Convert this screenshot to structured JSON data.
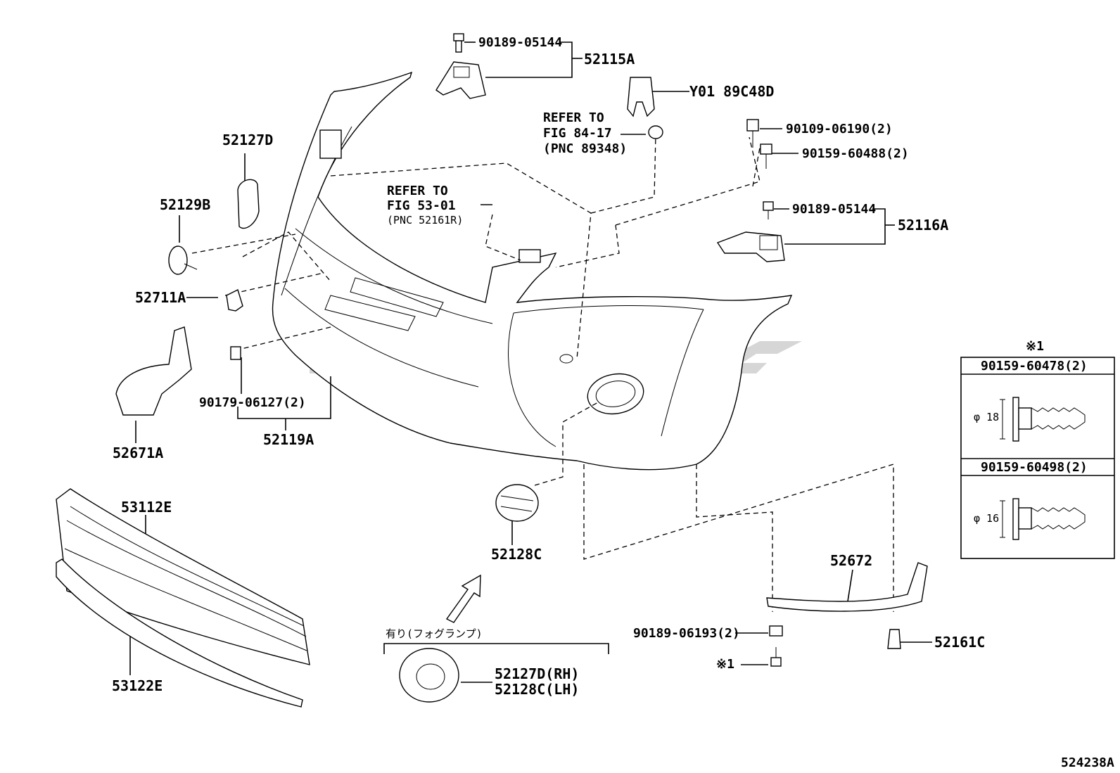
{
  "callouts": {
    "p90189_05144_top": "90189-05144",
    "p52115A": "52115A",
    "pY01": "Y01 89C48D",
    "refer1_l1": "REFER TO",
    "refer1_l2": "FIG 84-17",
    "refer1_l3": "(PNC 89348)",
    "p90109": "90109-06190(2)",
    "p90159_60488": "90159-60488(2)",
    "p90189_05144_right": "90189-05144",
    "p52116A": "52116A",
    "p52127D": "52127D",
    "p52129B": "52129B",
    "refer2_l1": "REFER TO",
    "refer2_l2": "FIG 53-01",
    "refer2_l3": "(PNC 52161R)",
    "p52711A": "52711A",
    "p90179": "90179-06127(2)",
    "p52119A": "52119A",
    "p52671A": "52671A",
    "p53112E": "53112E",
    "p53122E": "53122E",
    "p52128C": "52128C",
    "p52672": "52672",
    "p90189_06193": "90189-06193(2)",
    "mark1": "※1",
    "p52161C": "52161C",
    "fog_heading": "有り(フォグランプ)",
    "fog_rh": "52127D(RH)",
    "fog_lh": "52128C(LH)",
    "diagram_id": "524238A"
  },
  "inset": {
    "marker": "※1",
    "row1_part": "90159-60478(2)",
    "row1_dim": "φ 18",
    "row2_part": "90159-60498(2)",
    "row2_dim": "φ 16"
  }
}
